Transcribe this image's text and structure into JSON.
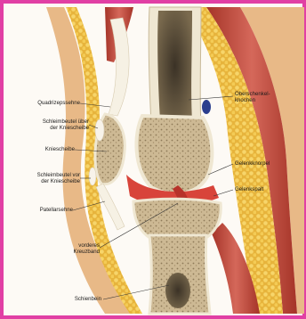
{
  "colors": {
    "frame": "#e13fa4",
    "bone_marrow": "#c9b48c",
    "cortex": "#efe7d2",
    "cartilage": "#f3ecde",
    "fat": "#f2c64a",
    "muscle": "#c24a3c",
    "skin": "#e8b987",
    "tendon": "#f6f1e4"
  },
  "labels": {
    "quadrizepssehne": "Quadrizepssehne",
    "schleimbeutel_ueber_1": "Schleimbeutel über",
    "schleimbeutel_ueber_2": "der Kniescheibe",
    "kniescheibe": "Kniescheibe",
    "schleimbeutel_vor_1": "Schleimbeutel vor",
    "schleimbeutel_vor_2": "der Kniescheibe",
    "patellarsehne": "Patellarsehne",
    "vorderes_kreuzband_1": "vorderes",
    "vorderes_kreuzband_2": "Kreuzband",
    "schienbein": "Schienbein",
    "oberschenkelknochen_1": "Oberschenkel-",
    "oberschenkelknochen_2": "knochen",
    "gelenkknorpel": "Gelenkknorpel",
    "gelenkspalt": "Gelenkspalt"
  }
}
